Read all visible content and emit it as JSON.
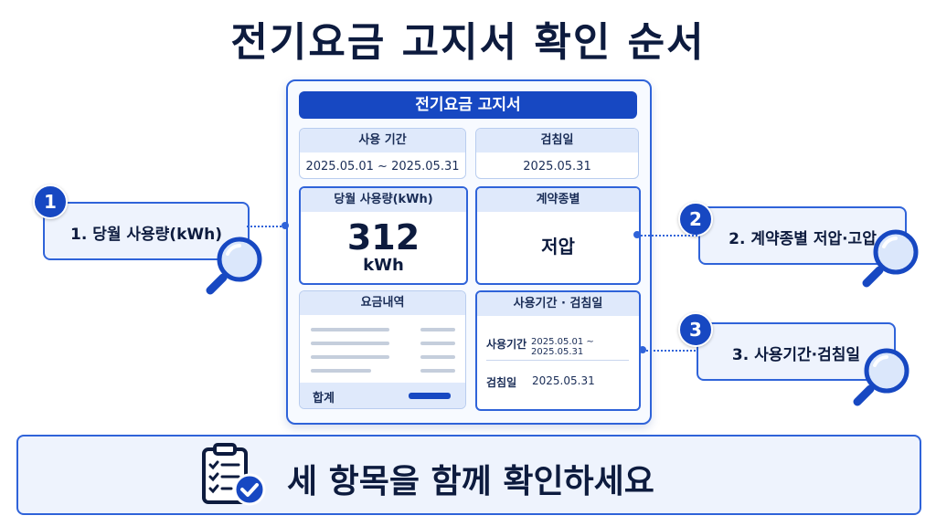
{
  "title": "전기요금 고지서 확인 순서",
  "bill": {
    "header": "전기요금 고지서",
    "usage_period": {
      "label": "사용 기간",
      "value": "2025.05.01 ~ 2025.05.31"
    },
    "reading_date": {
      "label": "검침일",
      "value": "2025.05.31"
    },
    "monthly_usage": {
      "label": "당월 사용량(kWh)",
      "value": "312",
      "unit": "kWh"
    },
    "contract_type": {
      "label": "계약종별",
      "value": "저압"
    },
    "fee_details": {
      "label": "요금내역",
      "total_label": "합계"
    },
    "period_reading": {
      "label": "사용기간 · 검침일",
      "period_label": "사용기간",
      "period_value": "2025.05.01 ~ 2025.05.31",
      "reading_label": "검침일",
      "reading_value": "2025.05.31"
    }
  },
  "callouts": [
    {
      "number": "1",
      "text": "1. 당월 사용량(kWh)"
    },
    {
      "number": "2",
      "text": "2. 계약종별 저압·고압"
    },
    {
      "number": "3",
      "text": "3. 사용기간·검침일"
    }
  ],
  "banner": {
    "text": "세 항목을 함께 확인하세요"
  },
  "colors": {
    "accent": "#1748c2",
    "border": "#2f63d9",
    "panel": "#eef3fd",
    "text": "#0d1b3e"
  }
}
